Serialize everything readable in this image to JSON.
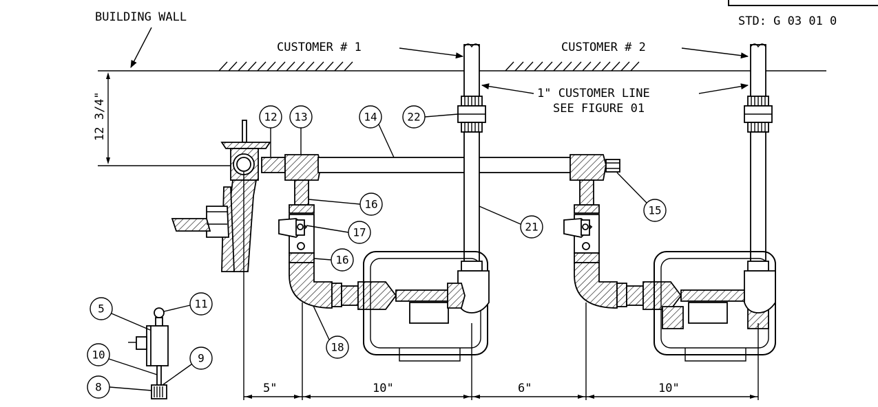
{
  "header": {
    "std_label": "STD: G 03 01 0"
  },
  "labels": {
    "building_wall": "BUILDING WALL",
    "customer_1": "CUSTOMER # 1",
    "customer_2": "CUSTOMER # 2",
    "customer_line_1": "1\" CUSTOMER LINE",
    "customer_line_2": "SEE FIGURE 01",
    "height_dim": "12 3/4\""
  },
  "callouts": [
    "12",
    "13",
    "14",
    "22",
    "16",
    "17",
    "16",
    "18",
    "21",
    "15",
    "5",
    "11",
    "10",
    "9",
    "8"
  ],
  "dimensions": [
    "5\"",
    "10\"",
    "6\"",
    "10\""
  ]
}
